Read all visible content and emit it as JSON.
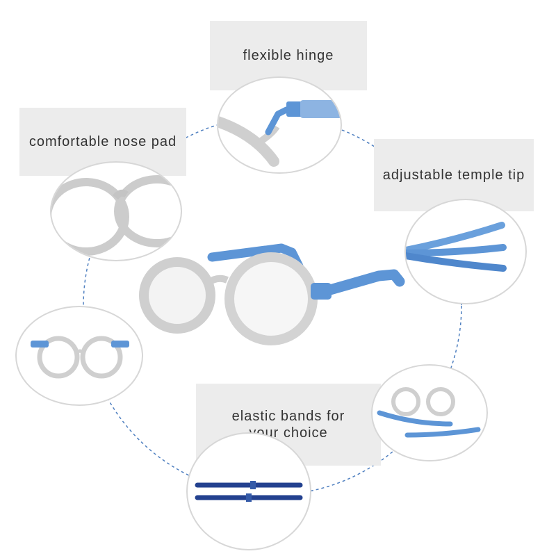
{
  "callouts": {
    "flexible_hinge": "flexible hinge",
    "nose_pad": "comfortable nose pad",
    "temple_tip": "adjustable temple tip",
    "elastic_bands": "elastic bands for your choice"
  },
  "colors": {
    "frame_grey": "#c9c9c9",
    "temple_blue": "#5d95d6",
    "band_navy": "#23418f",
    "label_bg": "#ececec",
    "ring_dash": "#4e7fc0"
  }
}
